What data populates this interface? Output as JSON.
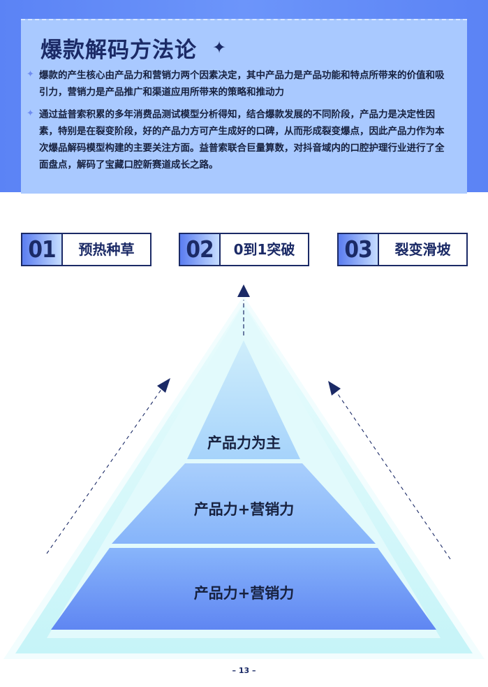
{
  "header": {
    "title": "爆款解码方法论",
    "title_icon": "star-icon",
    "paragraphs": [
      "爆款的产生核心由产品力和营销力两个因素决定，其中产品力是产品功能和特点所带来的价值和吸引力，营销力是产品推广和渠道应用所带来的策略和推动力",
      "通过益普索积累的多年消费品测试模型分析得知，结合爆款发展的不同阶段，产品力是决定性因素，特别是在裂变阶段，好的产品力方可产生成好的口碑，从而形成裂变爆点，因此产品力作为本次爆品解码模型构建的主要关注方面。益普索联合巨量算数，对抖音域内的口腔护理行业进行了全面盘点，解码了宝藏口腔新赛道成长之路。"
    ]
  },
  "steps": [
    {
      "number": "01",
      "label": "预热种草"
    },
    {
      "number": "02",
      "label": "0到1突破"
    },
    {
      "number": "03",
      "label": "裂变滑坡"
    }
  ],
  "pyramid": {
    "layers": [
      {
        "label": "产品力为主"
      },
      {
        "label": "产品力+营销力"
      },
      {
        "label": "产品力+营销力"
      }
    ]
  },
  "footer": {
    "page_number": "– 13 –"
  },
  "colors": {
    "header_blue": "#5b83f5",
    "card_blue": "#a9c9ff",
    "navy": "#1b2a66",
    "pyramid_outer": "#d6f8fb",
    "pyramid_inner": "#6f95f5"
  }
}
